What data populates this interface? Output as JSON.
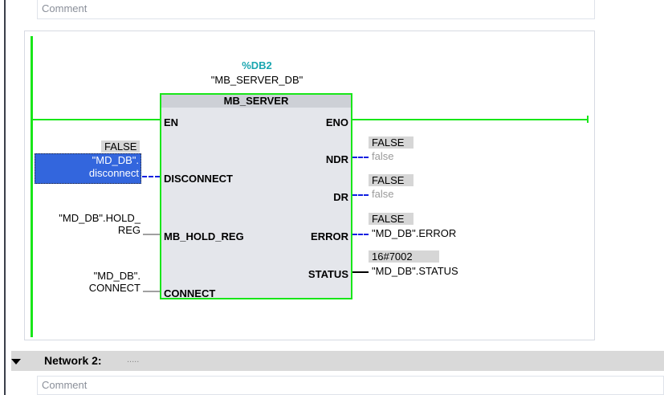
{
  "network1": {
    "comment_placeholder": "Comment",
    "instance_address": "%DB2",
    "instance_name": "\"MB_SERVER_DB\"",
    "block_name": "MB_SERVER",
    "inputs": [
      {
        "pin": "EN"
      },
      {
        "pin": "DISCONNECT",
        "value": "FALSE",
        "operand_line1": "\"MD_DB\".",
        "operand_line2": "disconnect"
      },
      {
        "pin": "MB_HOLD_REG",
        "operand_line1": "\"MD_DB\".HOLD_",
        "operand_line2": "REG"
      },
      {
        "pin": "CONNECT",
        "operand_line1": "\"MD_DB\".",
        "operand_line2": "CONNECT"
      }
    ],
    "outputs": [
      {
        "pin": "ENO"
      },
      {
        "pin": "NDR",
        "value": "FALSE",
        "operand": "false"
      },
      {
        "pin": "DR",
        "value": "FALSE",
        "operand": "false"
      },
      {
        "pin": "ERROR",
        "value": "FALSE",
        "operand": "\"MD_DB\".ERROR"
      },
      {
        "pin": "STATUS",
        "value": "16#7002",
        "operand": "\"MD_DB\".STATUS"
      }
    ]
  },
  "network2": {
    "title": "Network 2:",
    "title_dots": ".....",
    "comment_placeholder": "Comment"
  },
  "colors": {
    "power_flow": "#19e619",
    "bool_false": "#1020e0",
    "selected": "#3366dd",
    "instance": "#1aa6b0"
  }
}
